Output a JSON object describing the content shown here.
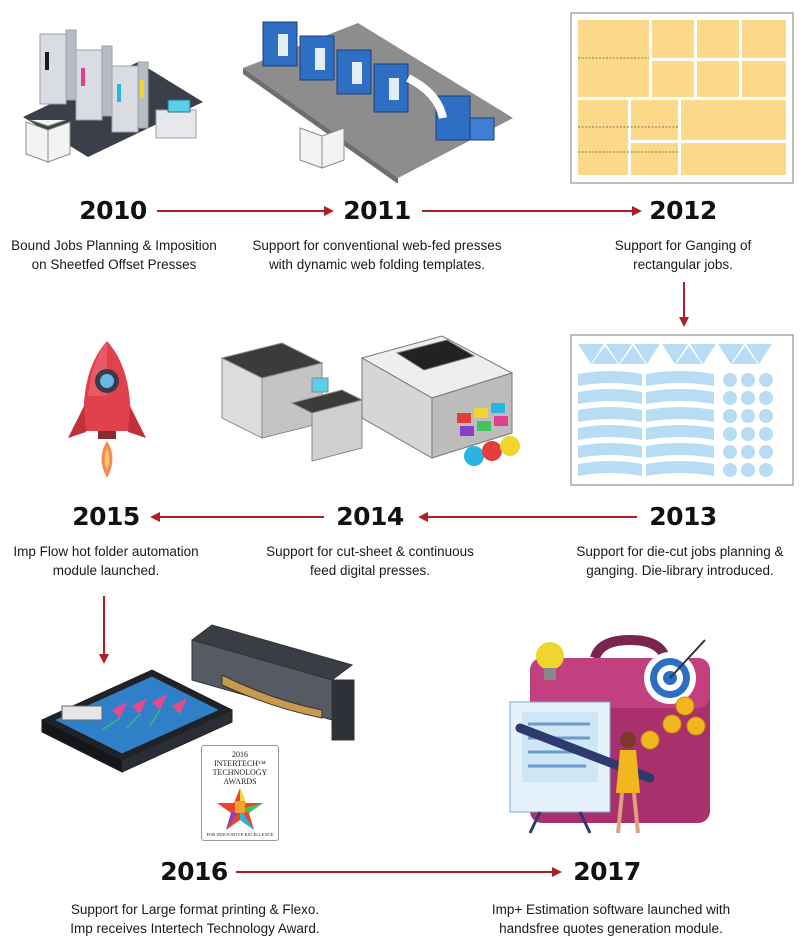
{
  "colors": {
    "arrow": "#b11f24",
    "paper": "#fbd98a",
    "diecut": "#b9dcf5",
    "rocket": "#e0414d"
  },
  "milestones": [
    {
      "year": "2010",
      "desc": [
        "Bound Jobs Planning & Imposition",
        "on Sheetfed Offset Presses"
      ],
      "icon": "sheetfed-press-icon"
    },
    {
      "year": "2011",
      "desc": [
        "Support for conventional web-fed presses",
        "with dynamic web folding templates."
      ],
      "icon": "web-fed-press-icon"
    },
    {
      "year": "2012",
      "desc": [
        "Support for Ganging of",
        "rectangular jobs."
      ],
      "icon": "rectangular-ganging-icon"
    },
    {
      "year": "2013",
      "desc": [
        "Support for die-cut jobs planning &",
        "ganging. Die-library introduced."
      ],
      "icon": "die-cut-ganging-icon"
    },
    {
      "year": "2014",
      "desc": [
        "Support for cut-sheet & continuous",
        "feed digital presses."
      ],
      "icon": "digital-press-icon"
    },
    {
      "year": "2015",
      "desc": [
        "Imp Flow hot folder automation",
        "module launched."
      ],
      "icon": "rocket-icon"
    },
    {
      "year": "2016",
      "desc": [
        "Support for Large format printing & Flexo.",
        "Imp receives Intertech Technology Award."
      ],
      "icon": "large-format-printer-icon"
    },
    {
      "year": "2017",
      "desc": [
        "Imp+ Estimation software launched with",
        "handsfree quotes generation module."
      ],
      "icon": "estimation-briefcase-icon"
    }
  ],
  "award": {
    "line1": "2016",
    "line2": "INTERTECH™",
    "line3": "TECHNOLOGY",
    "line4": "AWARDS",
    "footer": "FOR INNOVATIVE EXCELLENCE"
  }
}
